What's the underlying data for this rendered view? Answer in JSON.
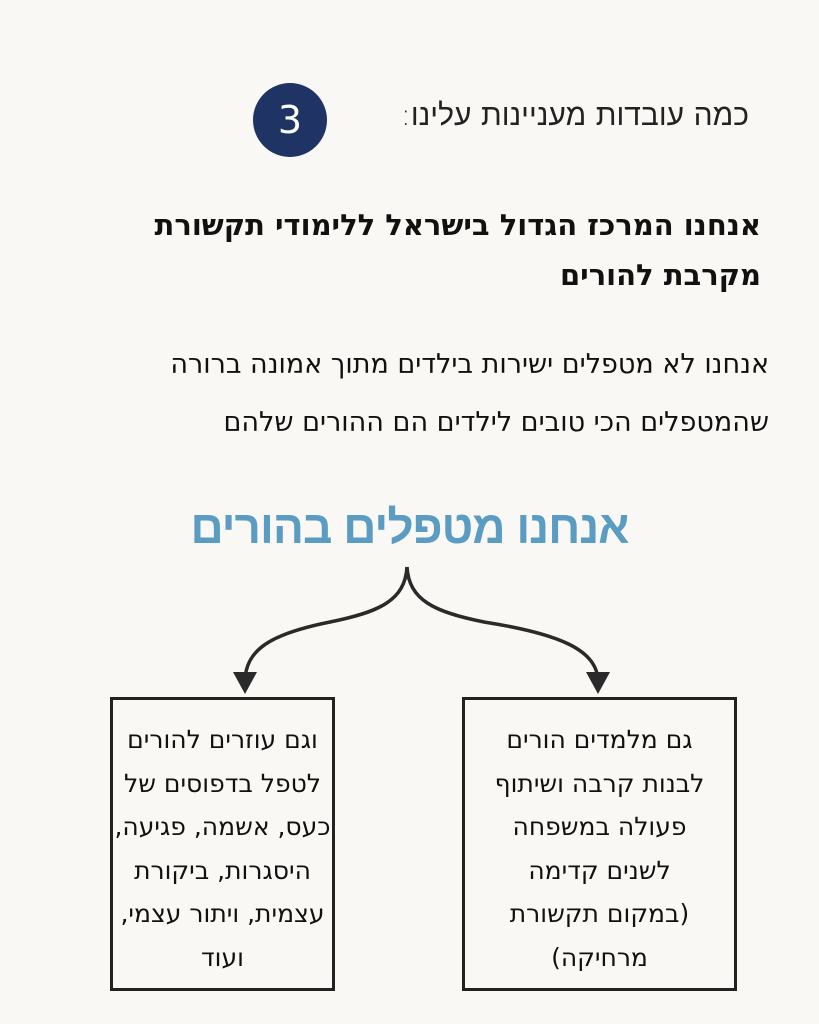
{
  "step_number": "3",
  "intro": "כמה עובדות מעניינות עלינו:",
  "heading": [
    "אנחנו המרכז הגדול בישראל ללימודי תקשורת",
    "מקרבת להורים"
  ],
  "body": [
    "אנחנו לא מטפלים ישירות בילדים מתוך אמונה ברורה",
    "שהמטפלים הכי טובים לילדים הם ההורים שלהם"
  ],
  "subtitle": "אנחנו מטפלים בהורים",
  "boxes": {
    "right": [
      "גם מלמדים הורים",
      "לבנות קרבה ושיתוף",
      "פעולה במשפחה",
      "לשנים קדימה",
      "(במקום תקשורת",
      "מרחיקה)"
    ],
    "left": [
      "וגם עוזרים להורים",
      "לטפל בדפוסים של",
      "כעס, אשמה, פגיעה,",
      "היסגרות, ביקורת",
      "עצמית, ויתור עצמי,",
      "ועוד"
    ]
  },
  "colors": {
    "badge": "#1f3465",
    "subtitle": "#5b9cc2",
    "background": "#f9f8f4"
  }
}
